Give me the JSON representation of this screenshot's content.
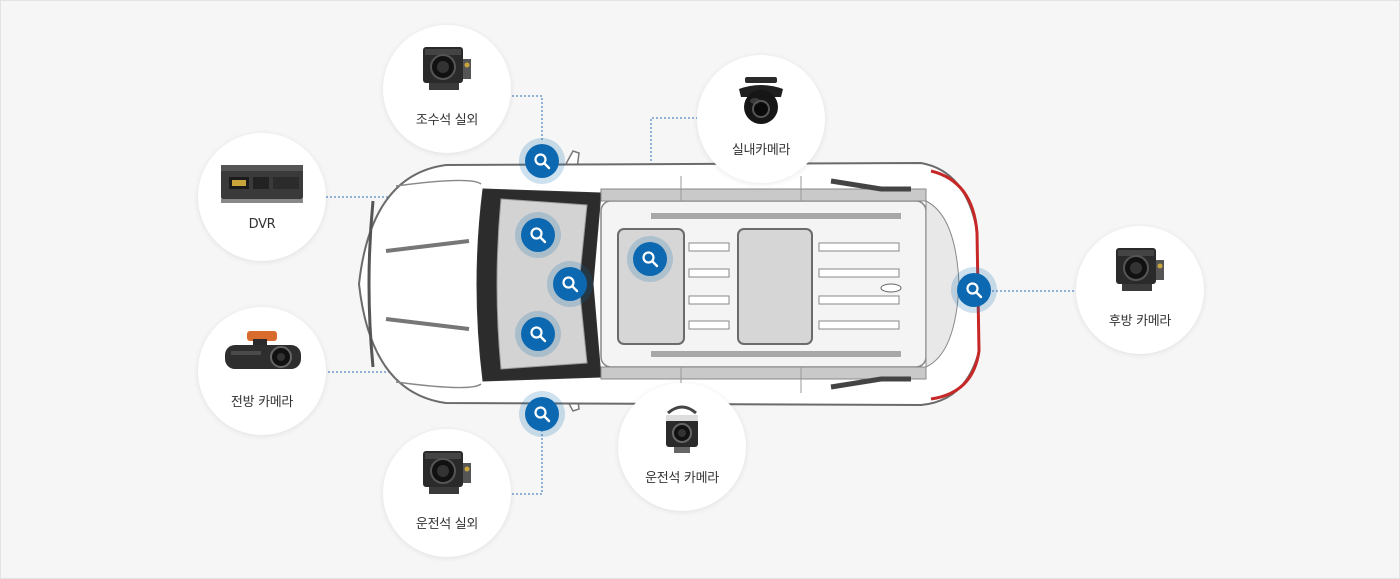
{
  "colors": {
    "accent": "#0c68b0",
    "connector": "#2a6db5",
    "tail_light": "#c62828"
  },
  "icons": {
    "pin_icon": "magnifier-icon"
  },
  "cameras": [
    {
      "id": "passenger-exterior",
      "label": "조수석 실외",
      "device": "box-camera"
    },
    {
      "id": "dvr",
      "label": "DVR",
      "device": "dvr-recorder"
    },
    {
      "id": "front",
      "label": "전방 카메라",
      "device": "dash-camera"
    },
    {
      "id": "driver-exterior",
      "label": "운전석 실외",
      "device": "box-camera"
    },
    {
      "id": "interior",
      "label": "실내카메라",
      "device": "dome-camera"
    },
    {
      "id": "driver",
      "label": "운전석 카메라",
      "device": "mini-camera"
    },
    {
      "id": "rear",
      "label": "후방 카메라",
      "device": "box-camera"
    }
  ]
}
